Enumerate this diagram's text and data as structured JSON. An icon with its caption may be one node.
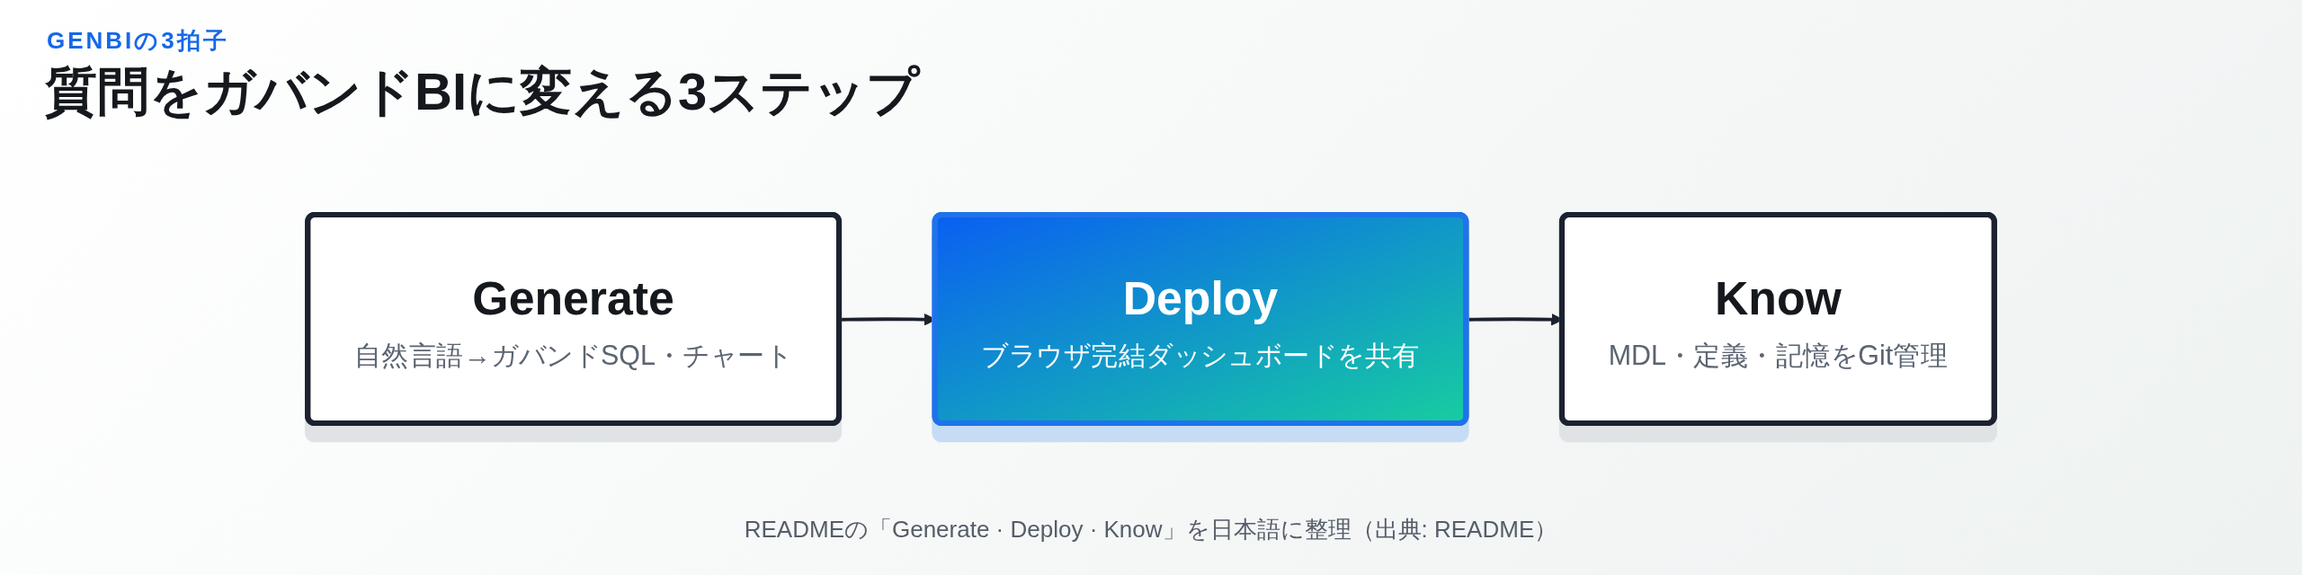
{
  "diagram": {
    "title": "質問をガバンドBIに変える3ステップ",
    "caption": "READMEの「Generate · Deploy · Know」を日本語に整理（出典: README）",
    "nodes": [
      {
        "text": [
          "Generate",
          "自然言語→ガバンドSQL・チャート"
        ]
      },
      {
        "text": [
          "Deploy",
          "ブラウザ完結ダッシュボードを共有"
        ]
      },
      {
        "text": [
          "Know",
          "MDL・定義・記憶をGit管理"
        ]
      }
    ],
    "edges": [
      {
        "from": 0,
        "to": 1,
        "arrow": "to"
      },
      {
        "from": 1,
        "to": 2,
        "arrow": "to"
      }
    ],
    "labels": [
      "GENBIの3拍子"
    ]
  }
}
